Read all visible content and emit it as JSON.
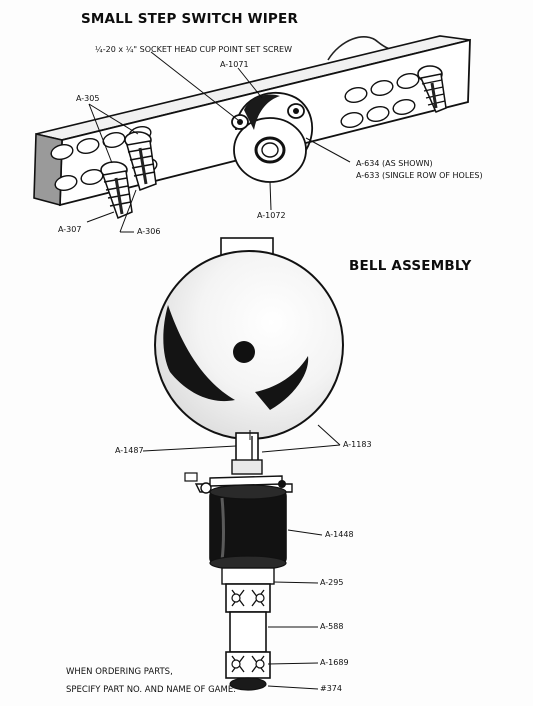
{
  "sections": {
    "wiper_title": "SMALL STEP SWITCH WIPER",
    "bell_title": "BELL ASSEMBLY"
  },
  "wiper_labels": {
    "set_screw": "¼-20 x ¼\" SOCKET HEAD CUP POINT SET SCREW",
    "a1071": "A-1071",
    "a305": "A-305",
    "a634": "A-634 (AS SHOWN)",
    "a633": "A-633 (SINGLE ROW OF HOLES)",
    "a1072": "A-1072",
    "a307": "A-307",
    "a306": "A-306"
  },
  "bell_labels": {
    "a1487": "A-1487",
    "a1183": "A-1183",
    "a1448": "A-1448",
    "a295": "A-295",
    "a588": "A-588",
    "a1689": "A-1689",
    "p374": "#374"
  },
  "ordering_note": {
    "line1": "WHEN ORDERING PARTS,",
    "line2": "SPECIFY PART NO. AND NAME OF GAME."
  }
}
